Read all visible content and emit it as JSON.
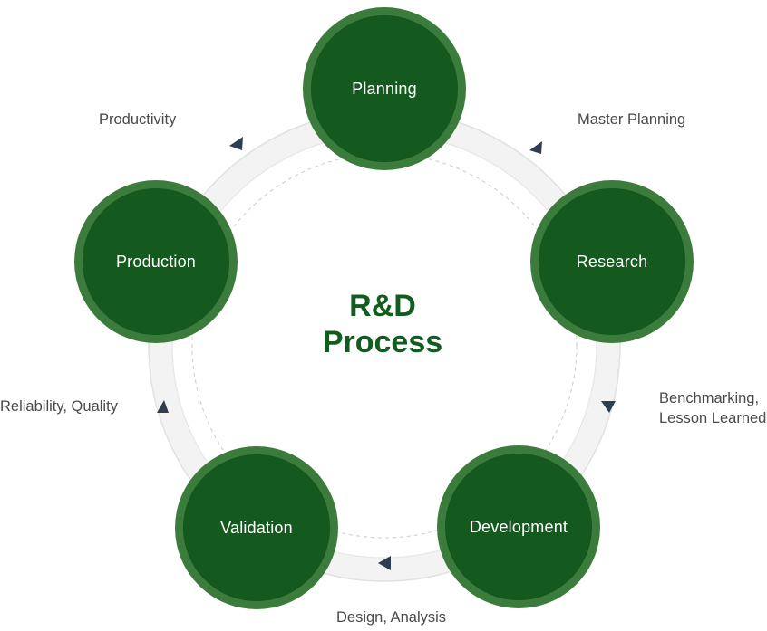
{
  "title": {
    "line1": "R&D",
    "line2": "Process"
  },
  "colors": {
    "node_outer": "#3b7b3b",
    "node_inner": "#145a1f",
    "title": "#135c1f",
    "ring": "#f2f3f2",
    "arrow": "#2e3e50"
  },
  "nodes": [
    {
      "label": "Planning"
    },
    {
      "label": "Research"
    },
    {
      "label": "Development"
    },
    {
      "label": "Validation"
    },
    {
      "label": "Production"
    }
  ],
  "step_labels": [
    {
      "text": "Master Planning"
    },
    {
      "line1": "Benchmarking,",
      "line2": "Lesson Learned"
    },
    {
      "text": "Design, Analysis"
    },
    {
      "text": "Reliability, Quality"
    },
    {
      "text": "Productivity"
    }
  ]
}
